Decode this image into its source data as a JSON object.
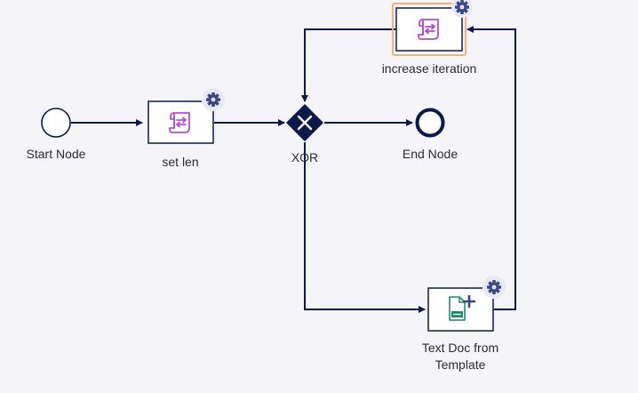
{
  "nodes": {
    "start": {
      "label": "Start Node",
      "icon": "start-event-circle"
    },
    "set_len": {
      "label": "set len",
      "icon": "script-icon"
    },
    "xor": {
      "label": "XOR",
      "icon": "exclusive-gateway-icon"
    },
    "end": {
      "label": "End Node",
      "icon": "end-event-circle"
    },
    "increase_iteration": {
      "label": "increase iteration",
      "icon": "script-icon",
      "selected": true
    },
    "text_doc": {
      "label_line1": "Text Doc from",
      "label_line2": "Template",
      "icon": "text-doc-plus-icon"
    }
  },
  "colors": {
    "canvas": "#f5f5f9",
    "edge": "#0c1a4b",
    "script_icon": "#b54ccf",
    "doc_icon": "#1b8a6b",
    "selection": "#f0b37a",
    "gear": "#3a4785"
  }
}
